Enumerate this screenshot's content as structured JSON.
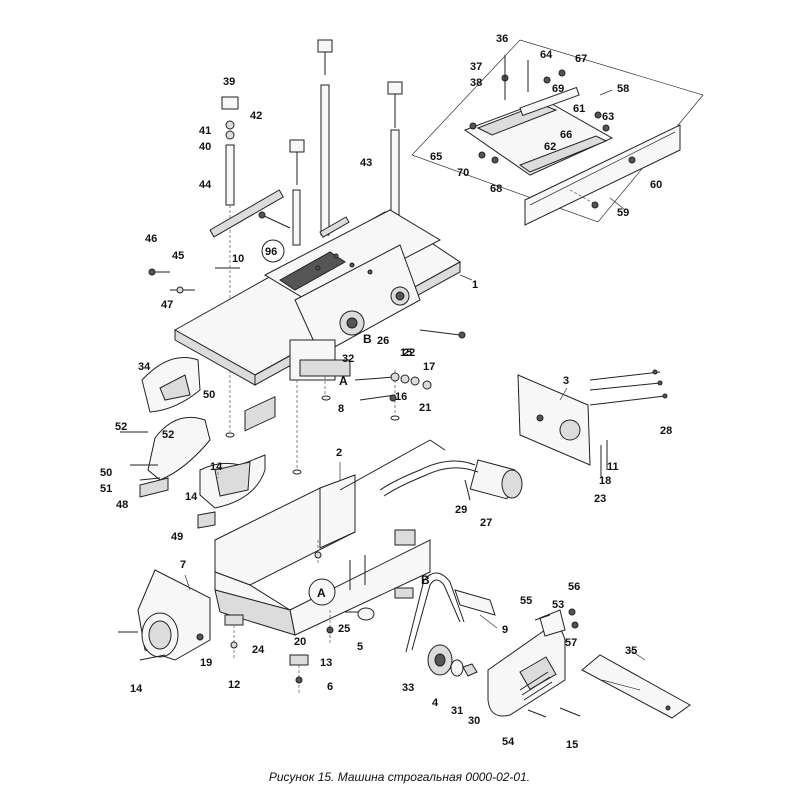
{
  "caption": "Рисунок 15. Машина строгальная 0000-02-01.",
  "callouts": [
    "1",
    "2",
    "3",
    "4",
    "5",
    "6",
    "7",
    "8",
    "9",
    "10",
    "11",
    "12",
    "13",
    "14",
    "14",
    "14",
    "15",
    "15",
    "16",
    "17",
    "18",
    "19",
    "20",
    "21",
    "22",
    "23",
    "24",
    "25",
    "26",
    "27",
    "28",
    "29",
    "30",
    "31",
    "32",
    "33",
    "34",
    "35",
    "36",
    "37",
    "38",
    "39",
    "40",
    "41",
    "42",
    "43",
    "44",
    "45",
    "46",
    "47",
    "48",
    "49",
    "50",
    "50",
    "51",
    "52",
    "52",
    "53",
    "54",
    "55",
    "56",
    "57",
    "58",
    "59",
    "60",
    "61",
    "62",
    "63",
    "64",
    "65",
    "66",
    "67",
    "68",
    "69",
    "70",
    "96"
  ],
  "markers": [
    "A",
    "A",
    "B",
    "B"
  ]
}
